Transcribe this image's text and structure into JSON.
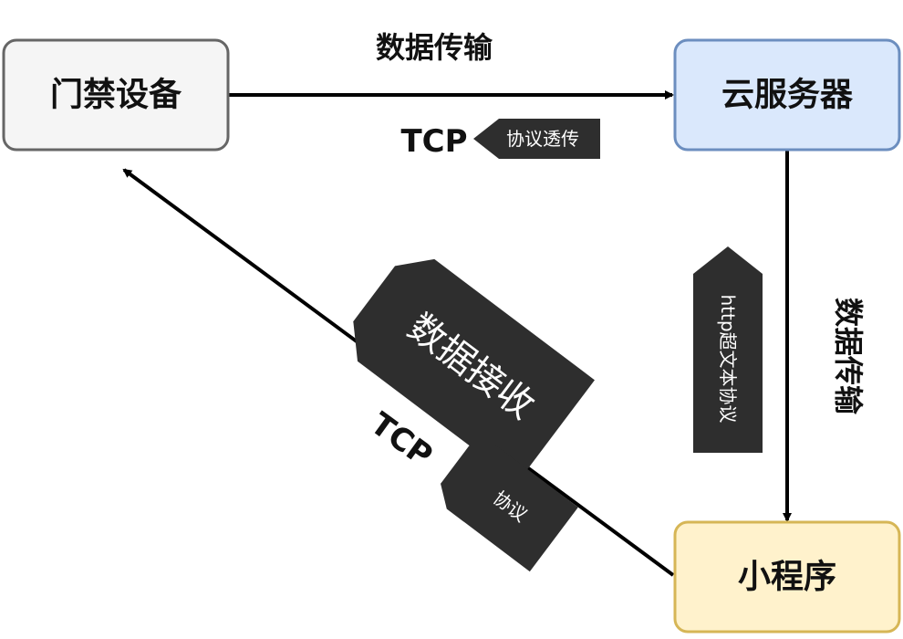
{
  "nodes": {
    "access_device": {
      "label": "门禁设备",
      "fill": "#f5f5f5",
      "stroke": "#666666"
    },
    "cloud_server": {
      "label": "云服务器",
      "fill": "#dae8fc",
      "stroke": "#6c8ebf"
    },
    "mini_program": {
      "label": "小程序",
      "fill": "#fff2cc",
      "stroke": "#d6b656"
    }
  },
  "edges": {
    "device_to_server": {
      "label": "数据传输",
      "protocol": "TCP",
      "tag": "协议透传"
    },
    "server_to_program": {
      "label": "数据传输",
      "tag": "http超文本协议"
    },
    "program_to_device": {
      "tag_large": "数据接收",
      "protocol": "TCP",
      "tag": "协议"
    }
  },
  "colors": {
    "tag_fill": "#2e2e2e",
    "edge": "#000000"
  }
}
